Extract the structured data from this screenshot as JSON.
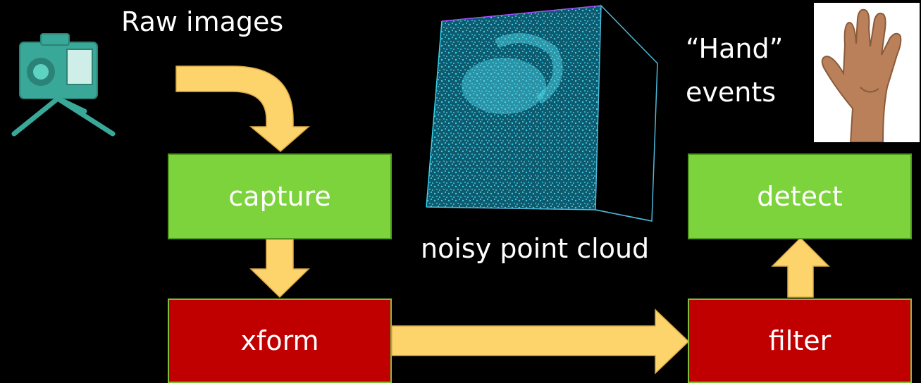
{
  "labels": {
    "raw_images": "Raw images",
    "point_cloud": "noisy point cloud",
    "hand_events_line1": "“Hand”",
    "hand_events_line2": "events"
  },
  "stages": {
    "capture": "capture",
    "xform": "xform",
    "detect": "detect",
    "filter": "filter"
  },
  "colors": {
    "stage_green": "#7cd33c",
    "stage_red": "#c00000",
    "arrow": "#fdd36b",
    "cloud": "#2fc9e0"
  },
  "icons": {
    "camera": "camera-on-tripod-icon",
    "point_cloud": "point-cloud-cube-image",
    "hand": "hand-photo"
  }
}
